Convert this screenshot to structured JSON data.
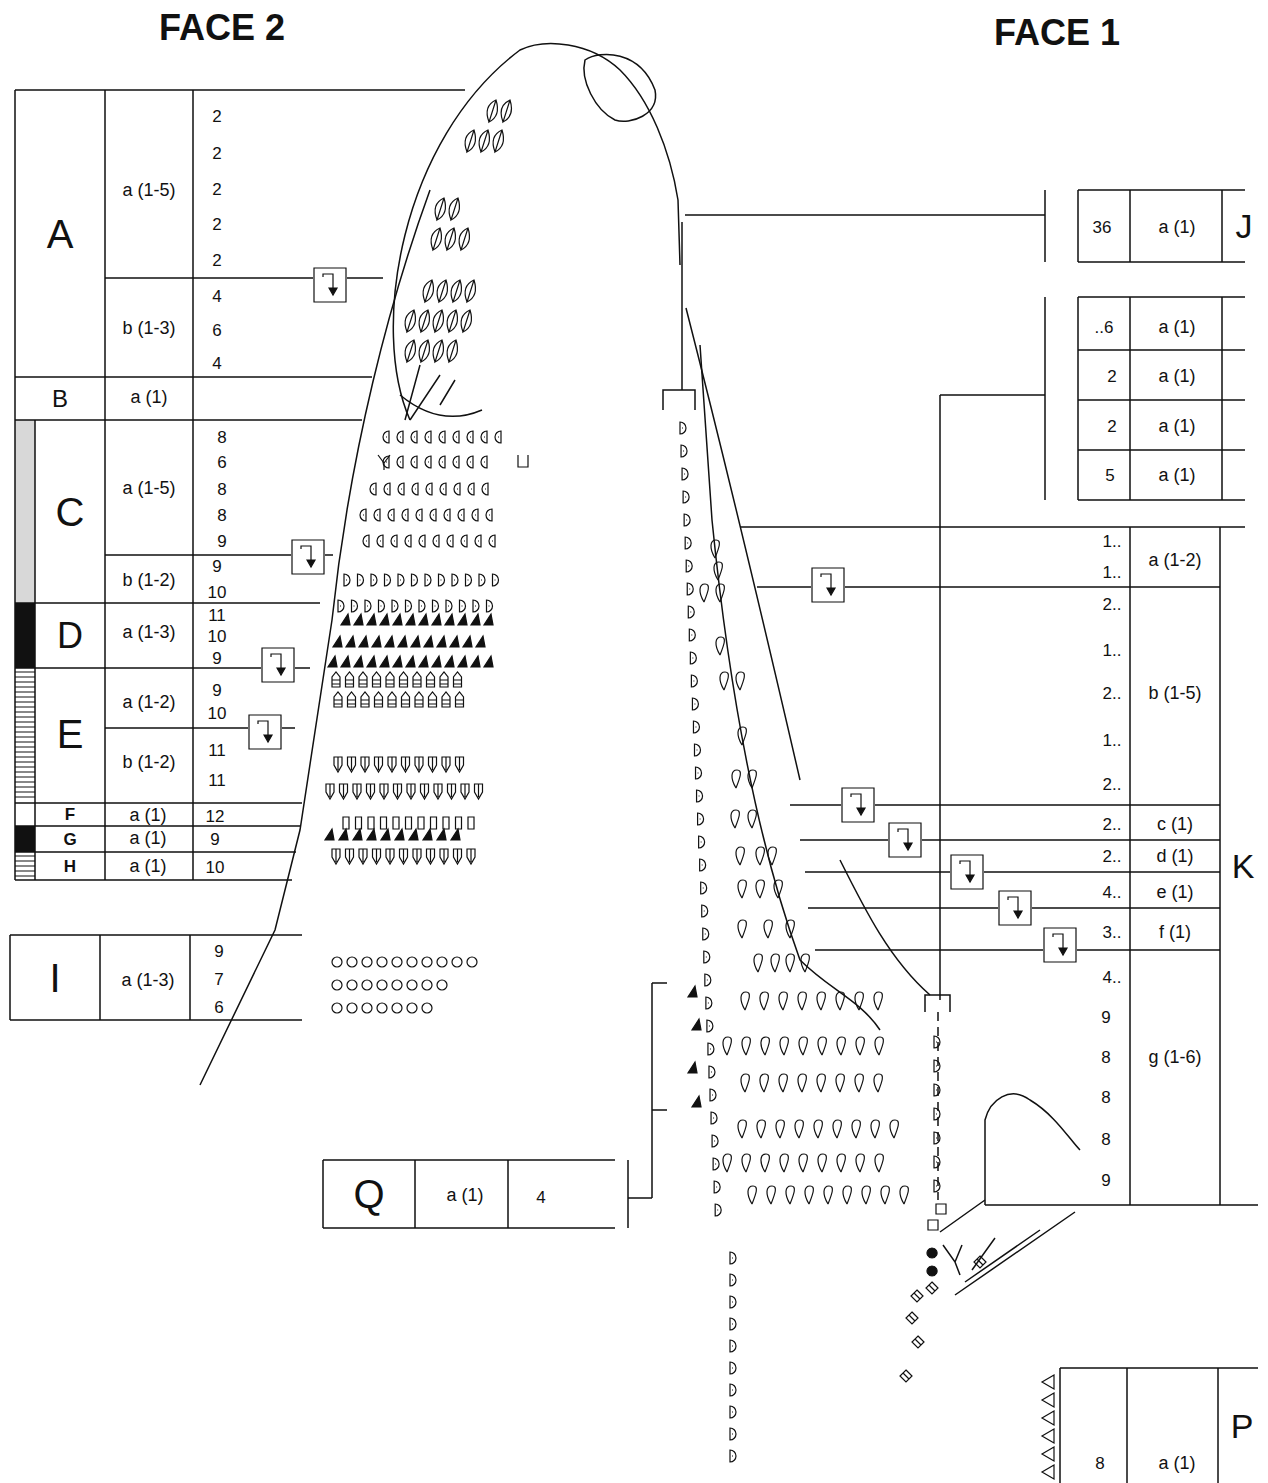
{
  "diagram": {
    "nodes": [
      {
        "text": [
          "A"
        ]
      },
      {
        "text": [
          "B"
        ]
      },
      {
        "text": [
          "C"
        ]
      },
      {
        "text": [
          "D"
        ]
      },
      {
        "text": [
          "E"
        ]
      },
      {
        "text": [
          "F"
        ]
      },
      {
        "text": [
          "G"
        ]
      },
      {
        "text": [
          "H"
        ]
      },
      {
        "text": [
          "I"
        ]
      },
      {
        "text": [
          "Q"
        ]
      },
      {
        "text": [
          "J"
        ]
      },
      {
        "text": [
          "K"
        ]
      },
      {
        "text": [
          "P"
        ]
      }
    ],
    "labels": [
      "FACE 2",
      "FACE 1",
      "a (1-5)",
      "2",
      "2",
      "2",
      "2",
      "2",
      "b (1-3)",
      "4",
      "6",
      "4",
      "a (1)",
      "a (1-5)",
      "8",
      "6",
      "8",
      "8",
      "9",
      "b (1-2)",
      "9",
      "10",
      "a (1-3)",
      "11",
      "10",
      "9",
      "a (1-2)",
      "9",
      "10",
      "b (1-2)",
      "11",
      "11",
      "a (1)",
      "12",
      "a (1)",
      "9",
      "a (1)",
      "10",
      "a (1-3)",
      "9",
      "7",
      "6",
      "a (1)",
      "4",
      "36",
      "a (1)",
      "..6",
      "a (1)",
      "2",
      "a (1)",
      "2",
      "a (1)",
      "5",
      "a (1)",
      "1..",
      "1..",
      "a (1-2)",
      "2..",
      "1..",
      "2..",
      "1..",
      "2..",
      "b (1-5)",
      "2..",
      "c (1)",
      "2..",
      "d (1)",
      "4..",
      "e (1)",
      "3..",
      "f (1)",
      "4..",
      "9",
      "8",
      "8",
      "8",
      "9",
      "g (1-6)",
      "8",
      "a (1)"
    ]
  }
}
